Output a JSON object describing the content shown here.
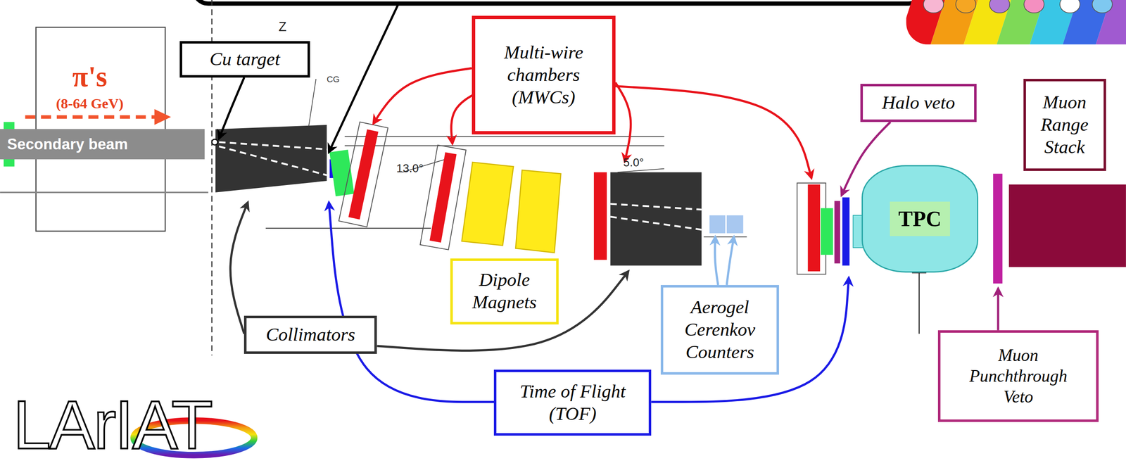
{
  "diagram": {
    "nodes": [
      {
        "text": [
          "Cu target"
        ]
      },
      {
        "text": [
          "Multi-wire chambers (MWCs)"
        ]
      },
      {
        "text": [
          "Secondary beam"
        ]
      },
      {
        "text": [
          "Halo veto"
        ]
      },
      {
        "text": [
          "Muon Range Stack"
        ]
      },
      {
        "text": [
          "TPC"
        ]
      },
      {
        "text": [
          "Dipole Magnets"
        ]
      },
      {
        "text": [
          "Collimators"
        ]
      },
      {
        "text": [
          "Aerogel Cerenkov Counters"
        ]
      },
      {
        "text": [
          "Time of Flight (TOF)"
        ]
      },
      {
        "text": [
          "Muon Punchthrough Veto"
        ]
      }
    ],
    "labels": [
      "Z",
      "CG",
      "13.0°",
      "5.0°",
      "π's",
      "(8-64 GeV)",
      "LArIAT"
    ]
  }
}
